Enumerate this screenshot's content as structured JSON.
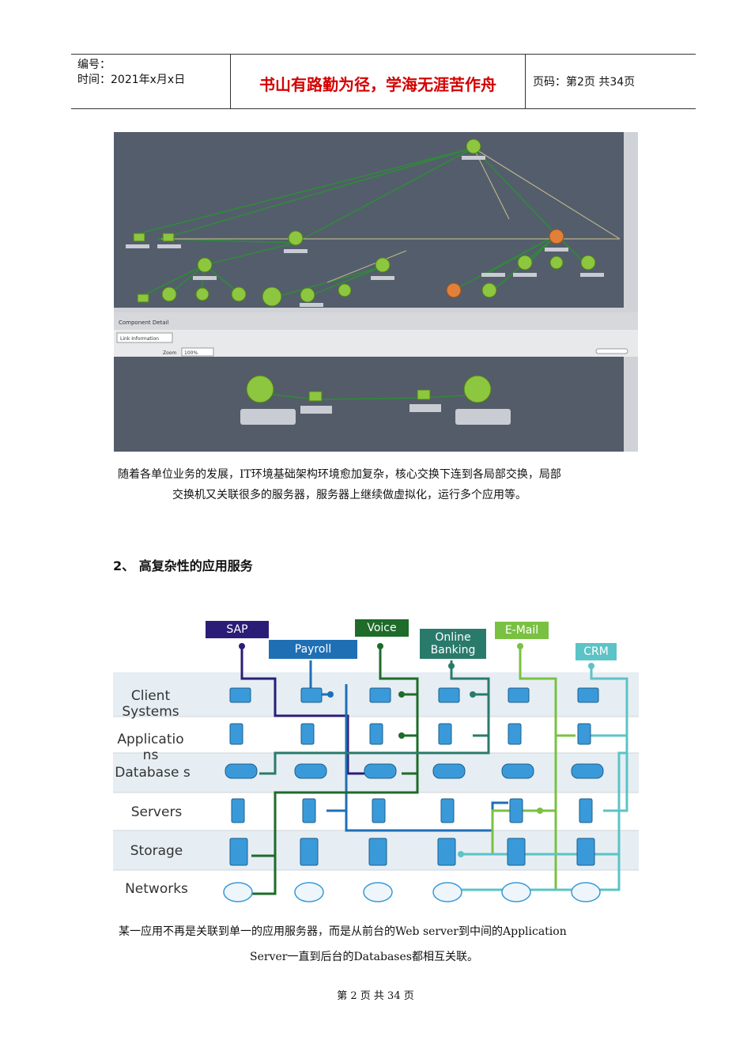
{
  "header": {
    "number_label": "编号：",
    "time_label": "时间：2021年x月x日",
    "motto": "书山有路勤为径，学海无涯苦作舟",
    "page_info": "页码：第2页  共34页"
  },
  "figure1": {
    "panel_title": "Component Detail",
    "tab_label": "Link Information",
    "zoom_label": "Zoom",
    "zoom_value": "100%"
  },
  "paragraph1": {
    "line1": "随着各单位业务的发展，IT环境基础架构环境愈加复杂，核心交换下连到各局部交换，局部",
    "line2": "交换机又关联很多的服务器，服务器上继续做虚拟化，运行多个应用等。"
  },
  "section2": {
    "heading": "2、 高复杂性的应用服务"
  },
  "figure2": {
    "apps": [
      {
        "label": "SAP",
        "color": "#2b1d77"
      },
      {
        "label": "Payroll",
        "color": "#1f6fb5"
      },
      {
        "label": "Voice",
        "color": "#1e6b2a"
      },
      {
        "label": "Online Banking",
        "color": "#2a7a6c"
      },
      {
        "label": "E-Mail",
        "color": "#7ac143"
      },
      {
        "label": "CRM",
        "color": "#5cc3c6"
      }
    ],
    "rows": [
      "Client Systems",
      "Applicatio ns",
      "Database s",
      "Servers",
      "Storage",
      "Networks"
    ]
  },
  "paragraph2": {
    "line1": "某一应用不再是关联到单一的应用服务器，而是从前台的Web server到中间的Application",
    "line2": "Server一直到后台的Databases都相互关联。"
  },
  "footer": {
    "text": "第 2 页 共 34 页"
  }
}
